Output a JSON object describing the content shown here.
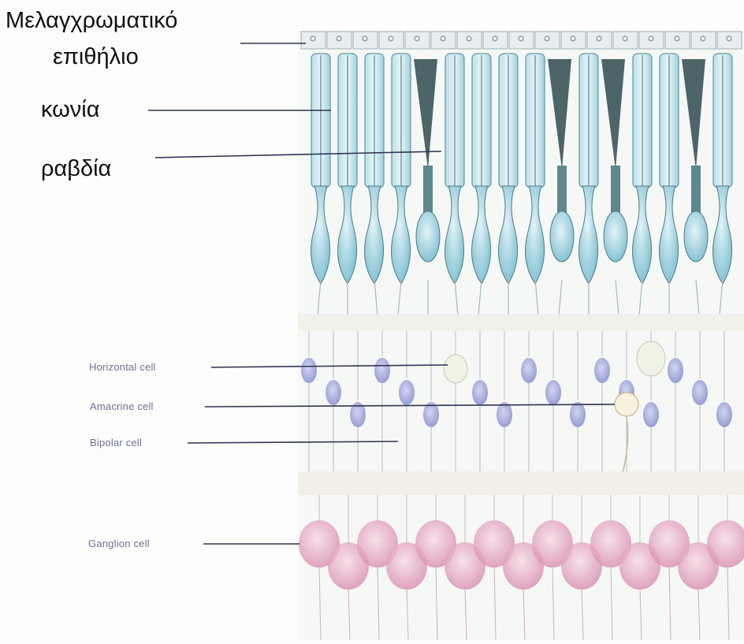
{
  "figure": {
    "description_labels": {
      "pigment_epithelium": "Μελαγχρωματικό",
      "pigment_epithelium_line2": "επιθήλιο",
      "cones": "κωνία",
      "rods": "ραβδία",
      "horizontal_cell": "Horizontal cell",
      "amacrine_cell": "Amacrine cell",
      "bipolar_cell": "Bipolar cell",
      "ganglion_cell": "Ganglion cell"
    }
  },
  "colors": {
    "photoreceptor_blue": "#8ec6d6",
    "photoreceptor_dark": "#2f4a4f",
    "bipolar_purple": "#7f86c9",
    "ganglion_pink": "#e2a3c0",
    "leader_line": "#2f3550",
    "label_text_greek": "#111111",
    "label_text_english": "#6e6f9e"
  }
}
